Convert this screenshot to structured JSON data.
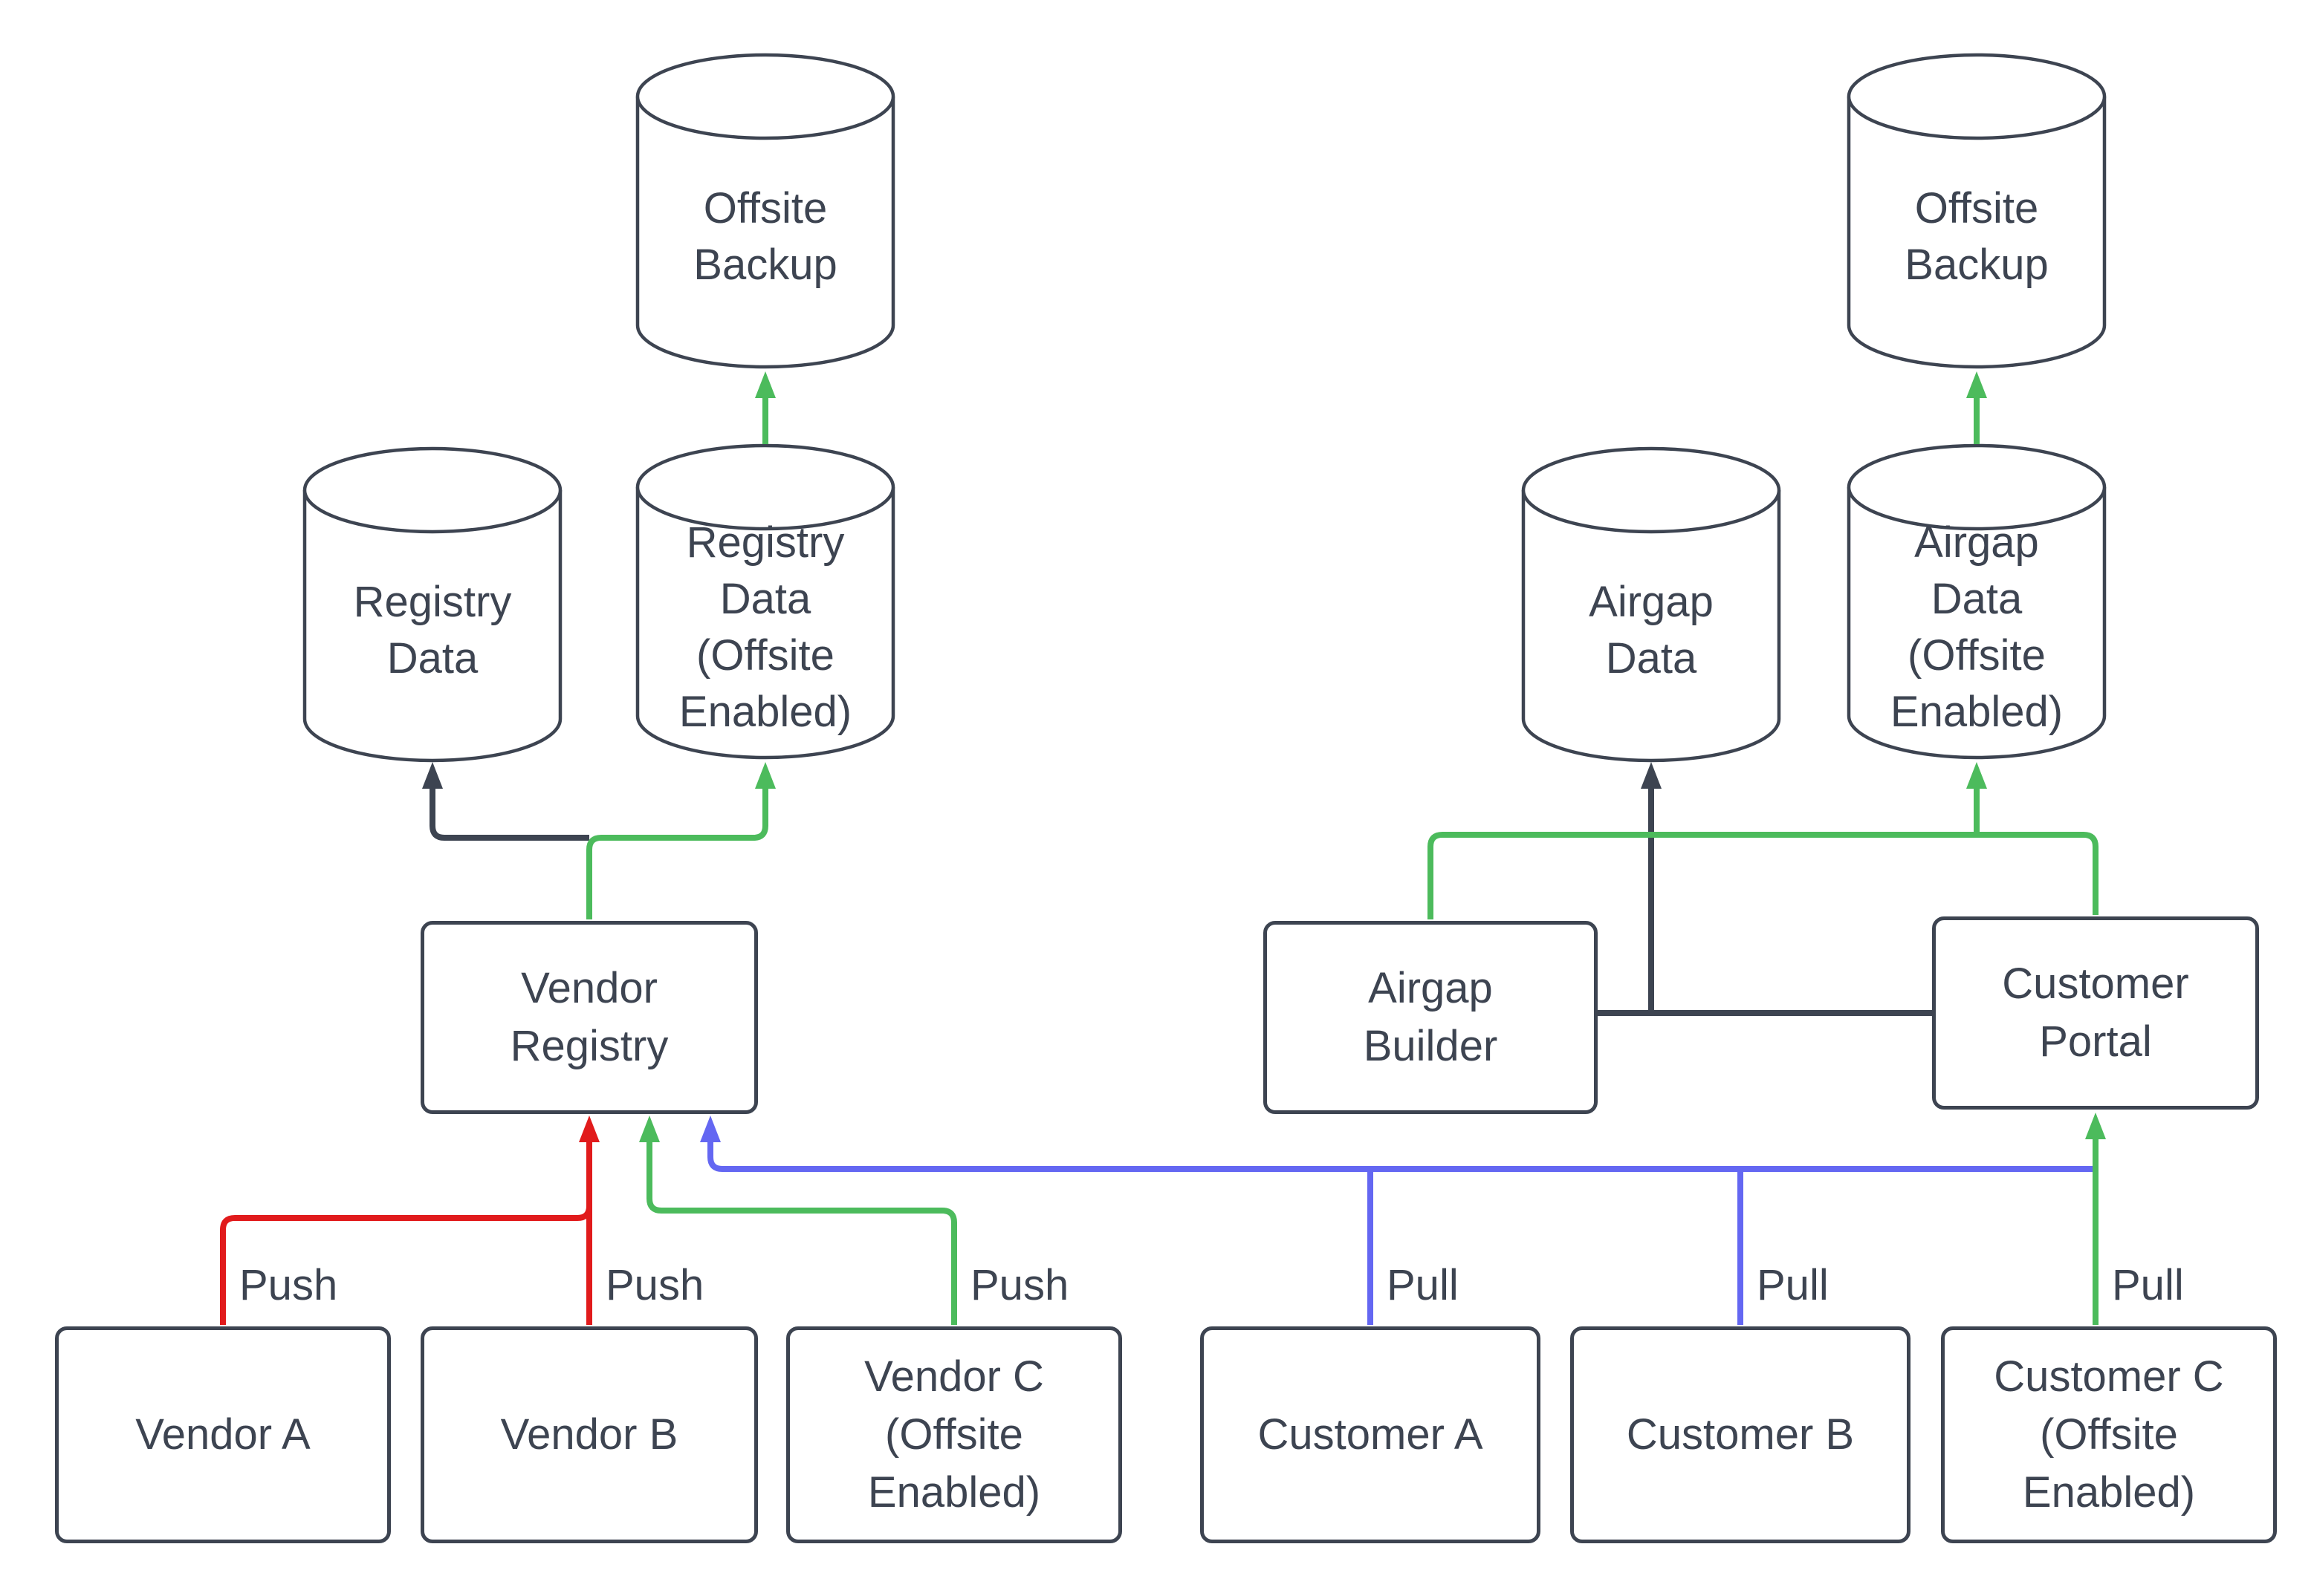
{
  "diagram": {
    "background_color": "#ffffff",
    "colors": {
      "dark": "#3D4451",
      "green": "#4CBB5C",
      "red": "#E11B1C",
      "blue": "#6467F2"
    },
    "nodes": {
      "offsite_backup_left": {
        "type": "cylinder",
        "label": "Offsite\nBackup"
      },
      "registry_data": {
        "type": "cylinder",
        "label": "Registry\nData"
      },
      "registry_data_offsite": {
        "type": "cylinder",
        "label": "Registry\nData\n(Offsite\nEnabled)"
      },
      "vendor_registry": {
        "type": "box",
        "label": "Vendor\nRegistry"
      },
      "vendor_a": {
        "type": "box",
        "label": "Vendor A"
      },
      "vendor_b": {
        "type": "box",
        "label": "Vendor B"
      },
      "vendor_c": {
        "type": "box",
        "label": "Vendor C\n(Offsite\nEnabled)"
      },
      "offsite_backup_right": {
        "type": "cylinder",
        "label": "Offsite\nBackup"
      },
      "airgap_data": {
        "type": "cylinder",
        "label": "Airgap\nData"
      },
      "airgap_data_offsite": {
        "type": "cylinder",
        "label": "Airgap\nData\n(Offsite\nEnabled)"
      },
      "airgap_builder": {
        "type": "box",
        "label": "Airgap\nBuilder"
      },
      "customer_portal": {
        "type": "box",
        "label": "Customer\nPortal"
      },
      "customer_a": {
        "type": "box",
        "label": "Customer A"
      },
      "customer_b": {
        "type": "box",
        "label": "Customer B"
      },
      "customer_c": {
        "type": "box",
        "label": "Customer C\n(Offsite\nEnabled)"
      }
    },
    "edge_labels": {
      "push_vendor_a": "Push",
      "push_vendor_b": "Push",
      "push_vendor_c": "Push",
      "pull_customer_a": "Pull",
      "pull_customer_b": "Pull",
      "pull_customer_c": "Pull"
    },
    "edges": [
      {
        "from": "vendor_a",
        "to": "vendor_registry",
        "label": "Push",
        "color": "red"
      },
      {
        "from": "vendor_b",
        "to": "vendor_registry",
        "label": "Push",
        "color": "red"
      },
      {
        "from": "vendor_c",
        "to": "vendor_registry",
        "label": "Push",
        "color": "green"
      },
      {
        "from": "vendor_registry",
        "to": "registry_data",
        "color": "dark"
      },
      {
        "from": "vendor_registry",
        "to": "registry_data_offsite",
        "color": "green"
      },
      {
        "from": "registry_data_offsite",
        "to": "offsite_backup_left",
        "color": "green"
      },
      {
        "from": "customer_a",
        "to": "vendor_registry",
        "label": "Pull",
        "color": "blue"
      },
      {
        "from": "customer_b",
        "to": "vendor_registry",
        "label": "Pull",
        "color": "blue"
      },
      {
        "from": "customer_c",
        "to": "customer_portal",
        "label": "Pull",
        "color": "green"
      },
      {
        "from": "airgap_builder",
        "to": "customer_portal",
        "color": "dark"
      },
      {
        "from": "airgap_builder",
        "to": "airgap_data",
        "color": "dark"
      },
      {
        "from": "airgap_builder",
        "to": "airgap_data_offsite",
        "color": "green"
      },
      {
        "from": "customer_portal",
        "to": "airgap_data_offsite",
        "color": "green"
      },
      {
        "from": "airgap_data_offsite",
        "to": "offsite_backup_right",
        "color": "green"
      }
    ]
  }
}
